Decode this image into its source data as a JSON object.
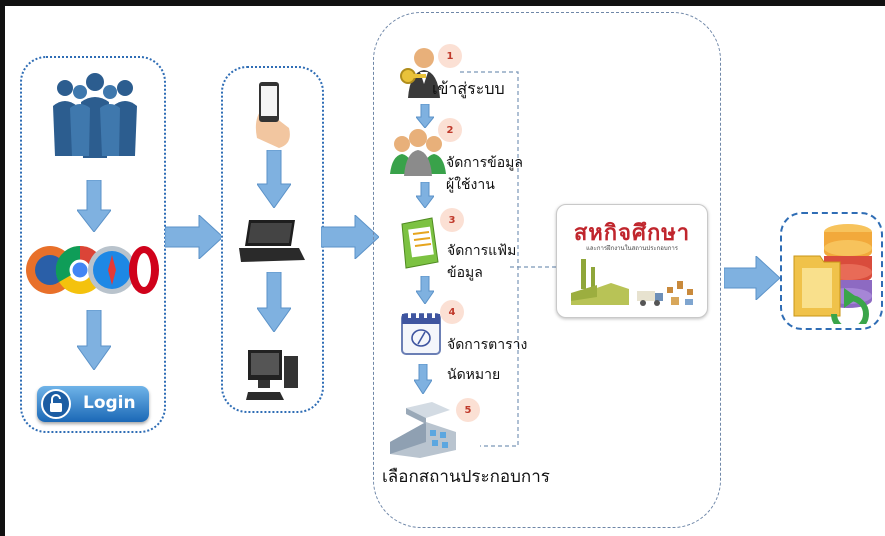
{
  "login": {
    "label": "Login"
  },
  "steps": [
    {
      "number": "1",
      "label_lines": [
        "เข้าสู่ระบบ"
      ]
    },
    {
      "number": "2",
      "label_lines": [
        "จัดการข้อมูล",
        "ผู้ใช้งาน"
      ]
    },
    {
      "number": "3",
      "label_lines": [
        "จัดการแฟ้ม",
        "ข้อมูล"
      ]
    },
    {
      "number": "4",
      "label_lines": [
        "จัดการตาราง",
        "นัดหมาย"
      ]
    },
    {
      "number": "5",
      "label_lines": [
        "เลือกสถานประกอบการ"
      ]
    }
  ],
  "coop": {
    "title": "สหกิจศึกษา",
    "subtitle": "และการฝึกงานในสถานประกอบการ"
  },
  "icons": [
    "users-group-icon",
    "browsers-icon",
    "login-button",
    "smartphone-icon",
    "laptop-icon",
    "desktop-computer-icon",
    "user-key-icon",
    "user-group-icon",
    "file-folder-icon",
    "calendar-icon",
    "building-icon",
    "database-icon"
  ],
  "colors": {
    "arrow": "#7fb1e0",
    "box_border": "#2f6db5",
    "coop_title": "#c0262d",
    "badge_text": "#c0392b"
  }
}
